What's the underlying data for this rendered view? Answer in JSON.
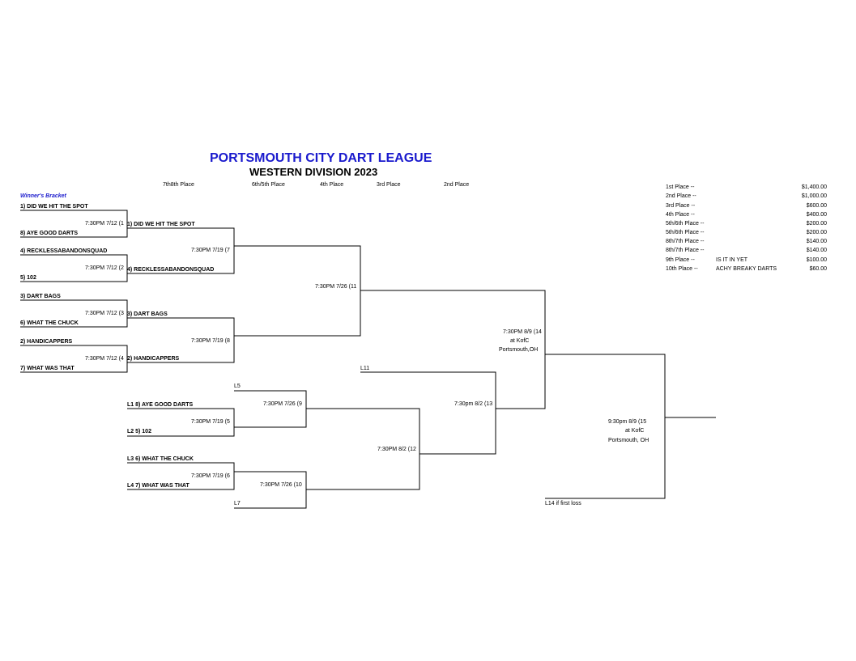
{
  "header": {
    "title": "PORTSMOUTH CITY DART LEAGUE",
    "subtitle": "WESTERN DIVISION 2023",
    "bracket_label": "Winner's Bracket"
  },
  "columns": [
    "7th8th Place",
    "6th/5th Place",
    "4th Place",
    "3rd Place",
    "2nd Place"
  ],
  "round1": [
    "1) DID WE HIT THE SPOT",
    "8) AYE GOOD DARTS",
    "4) RECKLESSABANDONSQUAD",
    "5) 102",
    "3) DART BAGS",
    "6) WHAT THE CHUCK",
    "2) HANDICAPPERS",
    "7) WHAT WAS THAT"
  ],
  "round1_games": [
    "7:30PM 7/12 (1",
    "7:30PM 7/12 (2",
    "7:30PM 7/12 (3",
    "7:30PM 7/12 (4"
  ],
  "round2": [
    "1) DID WE HIT THE SPOT",
    "4) RECKLESSABANDONSQUAD",
    "3) DART BAGS",
    "2) HANDICAPPERS"
  ],
  "round2_games": [
    "7:30PM 7/19 (7",
    "7:30PM 7/19 (8"
  ],
  "semi_game": "7:30PM 7/26 (11",
  "final_game": [
    "7:30PM 8/9 (14",
    "at KofC",
    "Portsmouth,OH"
  ],
  "l11": "L11",
  "losers": {
    "l5": "L5",
    "l7": "L7",
    "teams": [
      "L1 8) AYE GOOD DARTS",
      "L2 5) 102",
      "L3 6) WHAT THE CHUCK",
      "L4 7) WHAT WAS THAT"
    ],
    "games_first": [
      "7:30PM 7/19 (5",
      "7:30PM 7/19 (6"
    ],
    "games_second": [
      "7:30PM 7/26 (9",
      "7:30PM 7/26 (10"
    ],
    "game12": "7:30PM 8/2 (12",
    "game13": "7:30pm 8/2 (13"
  },
  "championship": [
    "9:30pm 8/9  (15",
    "at KofC",
    "Portsmouth, OH"
  ],
  "l14": "L14 if first loss",
  "prizes": [
    {
      "place": "1st Place --",
      "team": "",
      "amount": "$1,400.00"
    },
    {
      "place": "2nd Place --",
      "team": "",
      "amount": "$1,000.00"
    },
    {
      "place": "3rd Place --",
      "team": "",
      "amount": "$600.00"
    },
    {
      "place": "4th Place --",
      "team": "",
      "amount": "$400.00"
    },
    {
      "place": "5th/6th Place --",
      "team": "",
      "amount": "$200.00"
    },
    {
      "place": "5th/6th Place --",
      "team": "",
      "amount": "$200.00"
    },
    {
      "place": "8th/7th Place --",
      "team": "",
      "amount": "$140.00"
    },
    {
      "place": "8th/7th Place --",
      "team": "",
      "amount": "$140.00"
    },
    {
      "place": "9th Place --",
      "team": "IS IT IN YET",
      "amount": "$100.00"
    },
    {
      "place": "10th Place --",
      "team": "ACHY BREAKY DARTS",
      "amount": "$60.00"
    }
  ]
}
